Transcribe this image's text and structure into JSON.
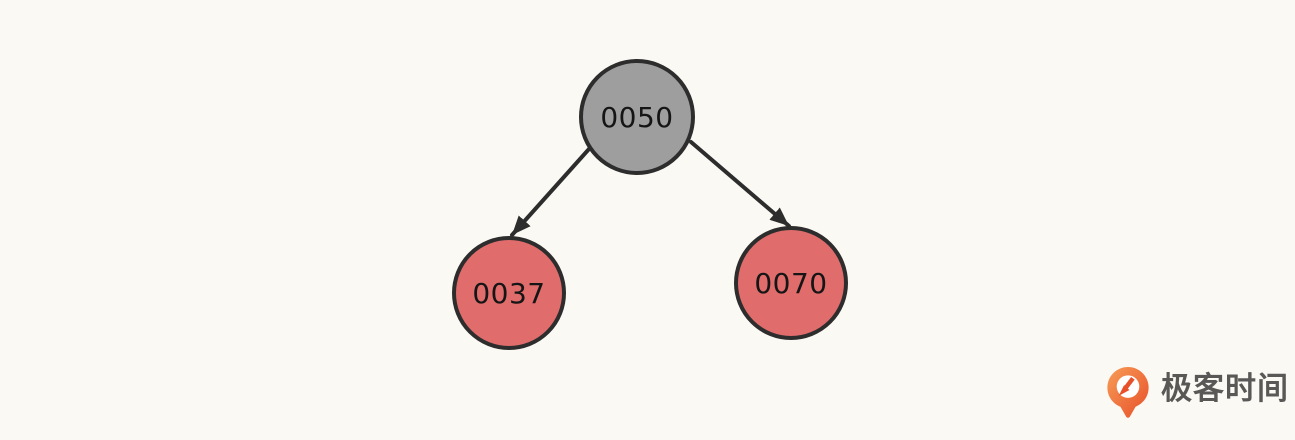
{
  "page": {
    "background_color": "#fbf9f4"
  },
  "diagram": {
    "type": "binary-tree",
    "edge_color": "#2d2d2d",
    "node_border_color": "#2d2d2d",
    "node_text_color": "#151515",
    "nodes": [
      {
        "id": "root",
        "label": "0050",
        "fill": "#9e9e9e",
        "role": "parent"
      },
      {
        "id": "left-child",
        "label": "0037",
        "fill": "#e06c6c",
        "role": "left-child"
      },
      {
        "id": "right-child",
        "label": "0070",
        "fill": "#e06c6c",
        "role": "right-child"
      }
    ],
    "edges": [
      {
        "from": "0050",
        "to": "0037"
      },
      {
        "from": "0050",
        "to": "0070"
      }
    ]
  },
  "branding": {
    "logo_text": "极客时间",
    "logo_text_color": "#5a5757",
    "logo_icon": "geektime-pin-icon",
    "logo_icon_gradient_start": "#f79c56",
    "logo_icon_gradient_end": "#e84f2a",
    "logo_icon_accent": "#e8502a"
  }
}
